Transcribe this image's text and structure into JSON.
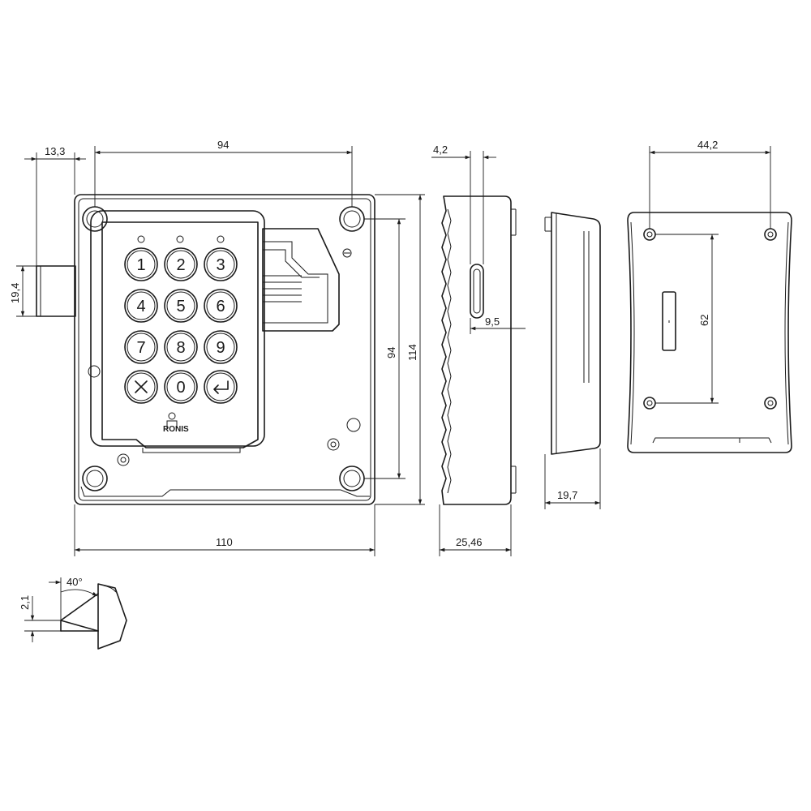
{
  "brand": "RONIS",
  "keypad": {
    "keys": [
      "1",
      "2",
      "3",
      "4",
      "5",
      "6",
      "7",
      "8",
      "9",
      "",
      "0",
      ""
    ],
    "icons": [
      "",
      "",
      "",
      "",
      "",
      "",
      "",
      "",
      "",
      "cancel-x-icon",
      "",
      "enter-arrow-icon"
    ]
  },
  "dimensions": {
    "d13_3": "13,3",
    "d94_top": "94",
    "d19_4": "19,4",
    "d94_side": "94",
    "d114": "114",
    "d110": "110",
    "d4_2": "4,2",
    "d9_5": "9,5",
    "d25_46": "25,46",
    "d19_7": "19,7",
    "d44_2": "44,2",
    "d62": "62",
    "d2_1": "2,1",
    "d40deg": "40°"
  }
}
